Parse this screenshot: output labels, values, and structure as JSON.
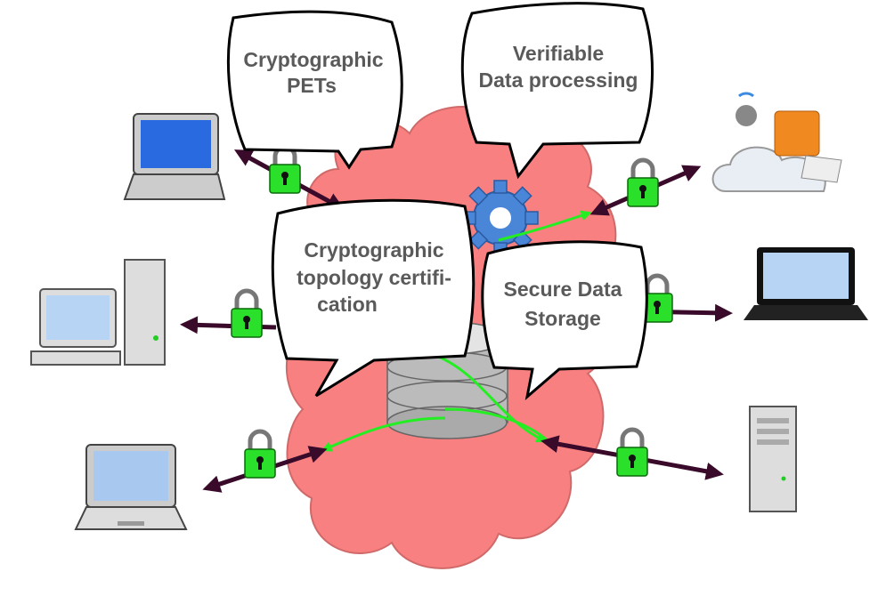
{
  "bubbles": {
    "pets": {
      "line1": "Cryptographic",
      "line2": "PETs"
    },
    "verifiable": {
      "line1": "Verifiable",
      "line2": "Data processing"
    },
    "topology": {
      "line1": "Cryptographic",
      "line2": "topology certifi-",
      "line3": "cation"
    },
    "storage": {
      "line1": "Secure Data",
      "line2": "Storage"
    }
  },
  "colors": {
    "cloud": "#f98080",
    "lock": "#22dd22",
    "arrow": "#3a0a2a",
    "link": "#22ee22",
    "gear": "#4a86d8"
  }
}
